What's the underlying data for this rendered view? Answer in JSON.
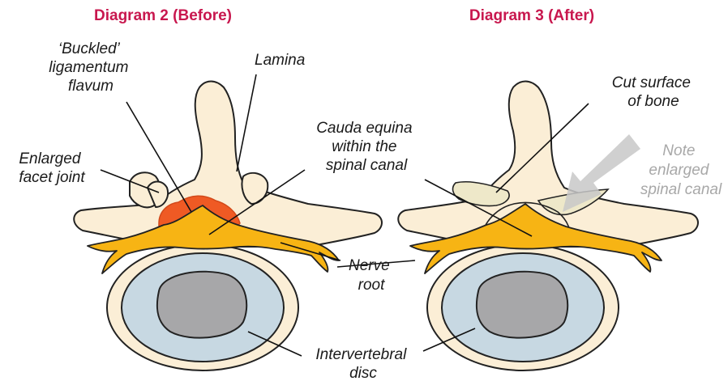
{
  "colors": {
    "title": "#c8174e",
    "bone": "#fbeed6",
    "disc": "#c7d8e2",
    "nucleus": "#a7a7a9",
    "nerve": "#f7b414",
    "ligament": "#ef5a24",
    "note_arrow": "#c8c8c8"
  },
  "before": {
    "title": "Diagram 2 (Before)",
    "labels": {
      "ligamentum": [
        "‘Buckled’",
        "ligamentum",
        "flavum"
      ],
      "lamina": [
        "Lamina"
      ],
      "facet": [
        "Enlarged",
        "facet joint"
      ],
      "cauda": [
        "Cauda equina",
        "within the",
        "spinal canal"
      ],
      "nerve_root": [
        "Nerve",
        "root"
      ],
      "disc": [
        "Intervertebral",
        "disc"
      ]
    }
  },
  "after": {
    "title": "Diagram 3 (After)",
    "labels": {
      "cut_surface": [
        "Cut surface",
        "of bone"
      ],
      "note": [
        "Note",
        "enlarged",
        "spinal canal"
      ]
    }
  }
}
